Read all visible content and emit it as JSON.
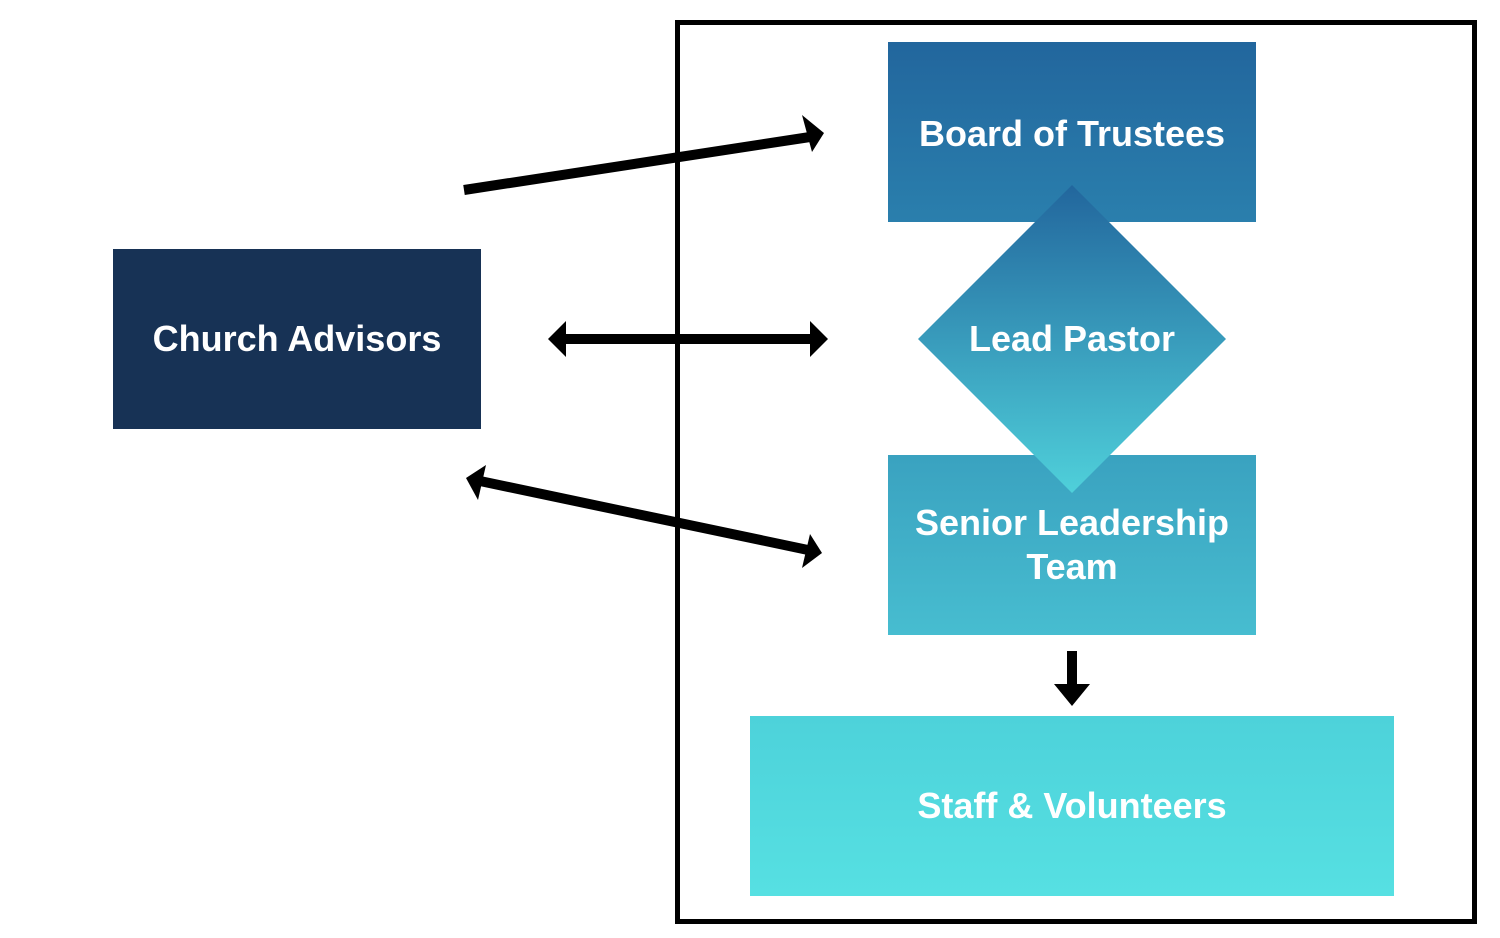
{
  "nodes": {
    "church_advisors": "Church Advisors",
    "board_of_trustees": "Board of Trustees",
    "lead_pastor": "Lead Pastor",
    "senior_leadership_team": "Senior Leadership Team",
    "staff_and_volunteers": "Staff & Volunteers"
  },
  "colors": {
    "church_advisors": "#173255",
    "board_of_trustees": "#22669d",
    "lead_pastor_top": "#22669d",
    "lead_pastor_bottom": "#4fd0da",
    "senior_leadership_team": "#3fb0c8",
    "staff_and_volunteers": "#53dbdf",
    "arrows": "#000000"
  }
}
